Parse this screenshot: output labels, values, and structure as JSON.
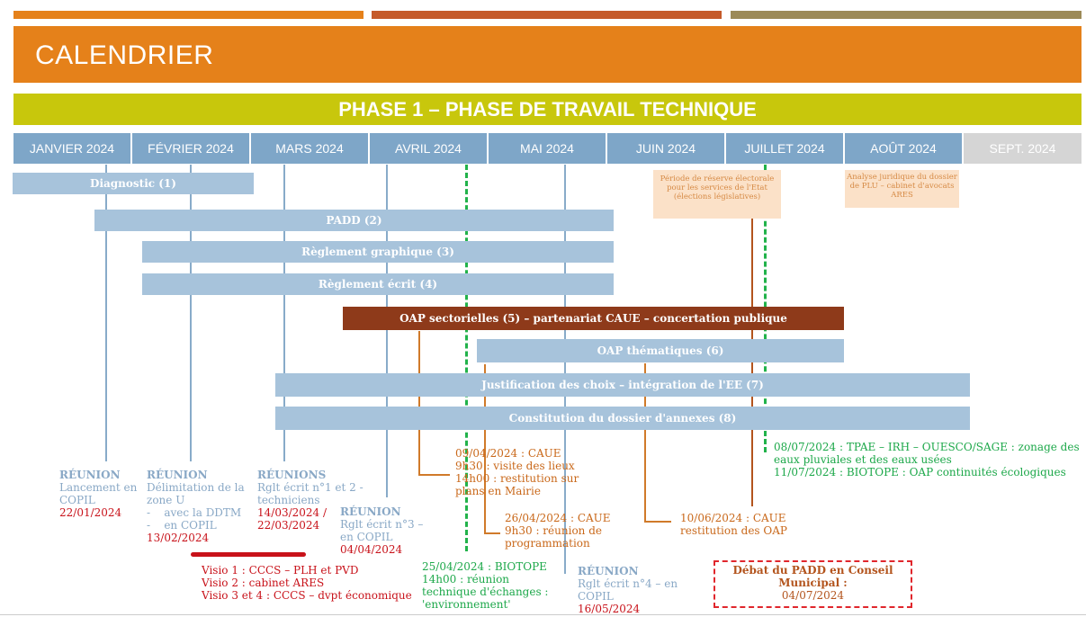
{
  "header": {
    "title": "CALENDRIER"
  },
  "phase": {
    "title": "PHASE 1 – PHASE DE TRAVAIL TECHNIQUE"
  },
  "colors": {
    "top1": "#e5811a",
    "top2": "#c55a2a",
    "top3": "#9c8a57",
    "header": "#e5811a",
    "phase": "#c8c70c",
    "month": "#7ea6c8",
    "month_last": "#d5d5d5",
    "bar": "#a7c3db",
    "oap": "#8e3a1a"
  },
  "months": [
    "JANVIER 2024",
    "FÉVRIER 2024",
    "MARS 2024",
    "AVRIL 2024",
    "MAI 2024",
    "JUIN 2024",
    "JUILLET 2024",
    "AOÛT 2024",
    "SEPT. 2024"
  ],
  "notes": {
    "reserve": "Période de réserve électorale pour les services de l'Etat (élections législatives)",
    "juridique": "Analyse juridique du dossier de PLU – cabinet d'avocats ARES"
  },
  "bars": {
    "diagnostic": "Diagnostic (1)",
    "padd": "PADD (2)",
    "reglement_graphique": "Règlement graphique (3)",
    "reglement_ecrit": "Règlement écrit (4)",
    "oap_sectorielles": "OAP sectorielles (5) – partenariat CAUE – concertation publique",
    "oap_thematiques": "OAP thématiques (6)",
    "justification": "Justification des choix – intégration de l'EE (7)",
    "annexes": "Constitution du dossier d'annexes (8)"
  },
  "events": {
    "e1": {
      "title": "RÉUNION",
      "body": "Lancement en COPIL",
      "date": "22/01/2024"
    },
    "e2": {
      "title": "RÉUNION",
      "l1": "Délimitation de la zone U",
      "l2": "-    avec la DDTM",
      "l3": "-    en COPIL",
      "date": "13/02/2024"
    },
    "e3": {
      "title": "RÉUNIONS",
      "body": "Rglt écrit n°1 et 2  - techniciens",
      "date1": "14/03/2024 /",
      "date2": "22/03/2024"
    },
    "e4": {
      "title": "RÉUNION",
      "body": "Rglt écrit n°3 – en COPIL",
      "date": "04/04/2024"
    },
    "caue1": {
      "l1": "09/04/2024 : CAUE",
      "l2": "9h30 : visite des lieux",
      "l3": "14h00 : restitution sur plans en Mairie"
    },
    "caue2": {
      "l1": "26/04/2024 : CAUE",
      "l2": "9h30 : réunion de programmation"
    },
    "biotope1": {
      "l1": "25/04/2024 : BIOTOPE",
      "l2": "14h00 : réunion technique d'échanges : 'environnement'"
    },
    "e5": {
      "title": "RÉUNION",
      "body": "Rglt écrit n°4 – en COPIL",
      "date": "16/05/2024"
    },
    "caue3": {
      "l1": "10/06/2024 : CAUE",
      "l2": "restitution des OAP"
    },
    "debat": {
      "title": "Débat du PADD en Conseil Municipal :",
      "date": "04/07/2024"
    },
    "juillet": {
      "l1": "08/07/2024 : TPAE – IRH – OUESCO/SAGE : zonage des eaux pluviales et des eaux usées",
      "l2": "11/07/2024 : BIOTOPE : OAP continuités écologiques"
    },
    "visio": {
      "v1": "Visio 1 : CCCS – PLH et PVD",
      "v2": "Visio 2 : cabinet ARES",
      "v3": "Visio 3 et 4 : CCCS – dvpt économique"
    }
  }
}
